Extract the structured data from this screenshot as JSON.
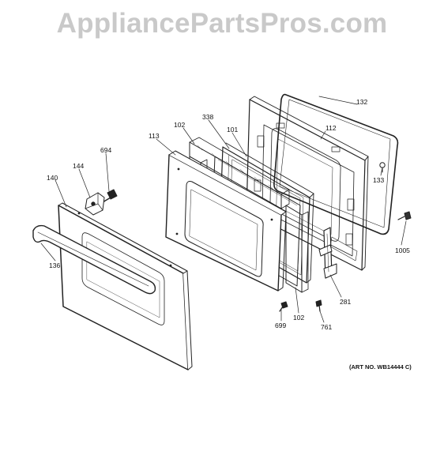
{
  "watermark": "AppliancePartsPros.com",
  "art_number": "(ART NO. WB14444 C)",
  "callouts": {
    "c132": "132",
    "c112": "112",
    "c338": "338",
    "c101": "101",
    "c102_top": "102",
    "c113": "113",
    "c694": "694",
    "c144": "144",
    "c140": "140",
    "c136": "136",
    "c133": "133",
    "c1005": "1005",
    "c281": "281",
    "c761": "761",
    "c102_bottom": "102",
    "c699": "699"
  }
}
